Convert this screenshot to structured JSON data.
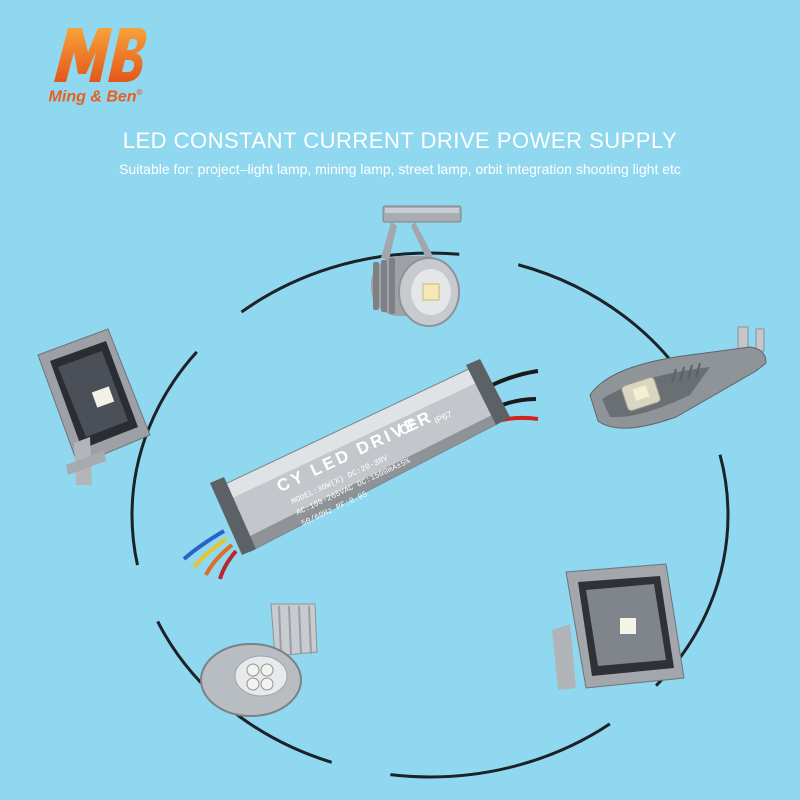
{
  "brand": {
    "mark_text": "MB",
    "name": "Ming & Ben",
    "registered": "®",
    "color": "#e8601c"
  },
  "title": "LED CONSTANT CURRENT DRIVE POWER SUPPLY",
  "subtitle": "Suitable for: project–light lamp, mining lamp, street lamp, orbit integration shooting light etc",
  "driver": {
    "brand_text": "CY LED DRIVER",
    "ce_mark": "CE",
    "ip_rating": "IP67",
    "spec_lines": [
      "MODEL:30W(X)  DC:20-38V",
      "AC:100-265VAC  DC:1500mA±5%",
      "50/60Hz       PF:0.95"
    ]
  },
  "applications": [
    {
      "name": "track-light",
      "icon": "track-light-icon"
    },
    {
      "name": "street-lamp",
      "icon": "street-lamp-icon"
    },
    {
      "name": "floodlight-right",
      "icon": "floodlight-icon"
    },
    {
      "name": "mining-lamp",
      "icon": "high-bay-lamp-icon"
    },
    {
      "name": "floodlight-left",
      "icon": "floodlight-icon"
    }
  ],
  "colors": {
    "background": "#8fd8ef",
    "orbit_line": "#1c2228",
    "text": "#ffffff"
  }
}
